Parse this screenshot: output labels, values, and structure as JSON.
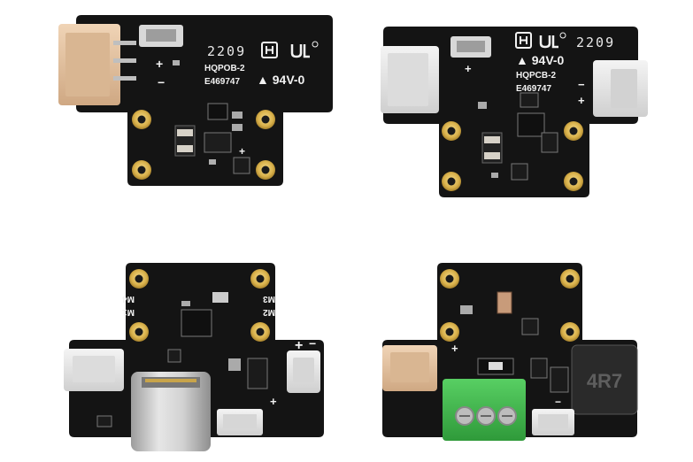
{
  "boards": {
    "b1": {
      "date_code": "2209",
      "model": "HQPOB-2",
      "cert": "E469747",
      "rating": "▲ 94V-0",
      "plus": "+",
      "minus": "−"
    },
    "b2": {
      "date_code": "2209",
      "model": "HQPCB-2",
      "cert": "E469747",
      "rating": "▲ 94V-0",
      "plus": "+",
      "minus": "−"
    },
    "b3": {
      "m1": "M1",
      "m2": "M2",
      "m3": "M3",
      "m4": "M4",
      "plus": "+",
      "minus": "−"
    },
    "b4": {
      "inductor": "4R7",
      "plus": "+",
      "minus": "−"
    }
  },
  "colors": {
    "pcb": "#141414",
    "gold": "#d8b04a",
    "connector_beige": "#e4c3a2",
    "connector_white": "#e6e6e6",
    "terminal_green": "#3cb84a",
    "usb_silver": "#c9c9c9"
  }
}
